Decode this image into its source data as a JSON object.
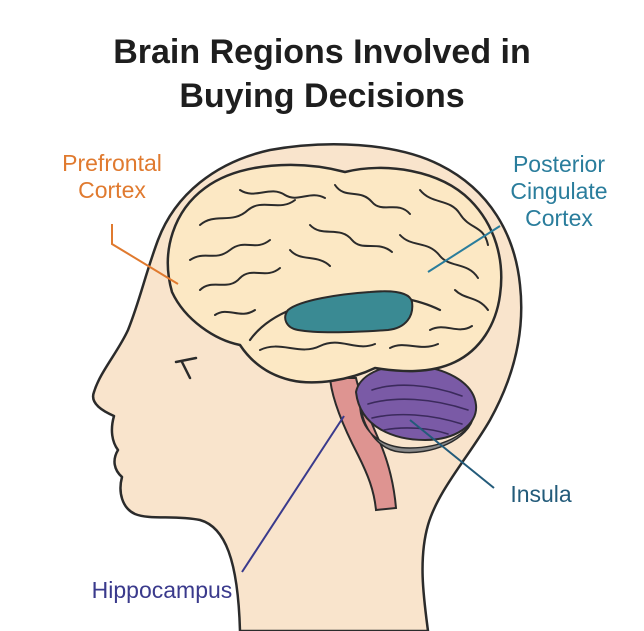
{
  "title": {
    "line1": "Brain Regions Involved in",
    "line2": "Buying Decisions"
  },
  "colors": {
    "prefrontal": "#e07a2f",
    "posterior": "#2a7d9c",
    "insula": "#235b7a",
    "hippocampus": "#3a3a8c",
    "skin": "#f9e4cc",
    "brain": "#fce8c4",
    "outline": "#2b2b2b",
    "cingulate_fill": "#3a8a93",
    "cerebellum_fill": "#7a5aa6",
    "brainstem_fill": "#de9491"
  },
  "labels": {
    "prefrontal": {
      "line1": "Prefrontal",
      "line2": "Cortex"
    },
    "posterior": {
      "line1": "Posterior",
      "line2": "Cingulate",
      "line3": "Cortex"
    },
    "insula": {
      "text": "Insula"
    },
    "hippocampus": {
      "text": "Hippocampus"
    }
  }
}
